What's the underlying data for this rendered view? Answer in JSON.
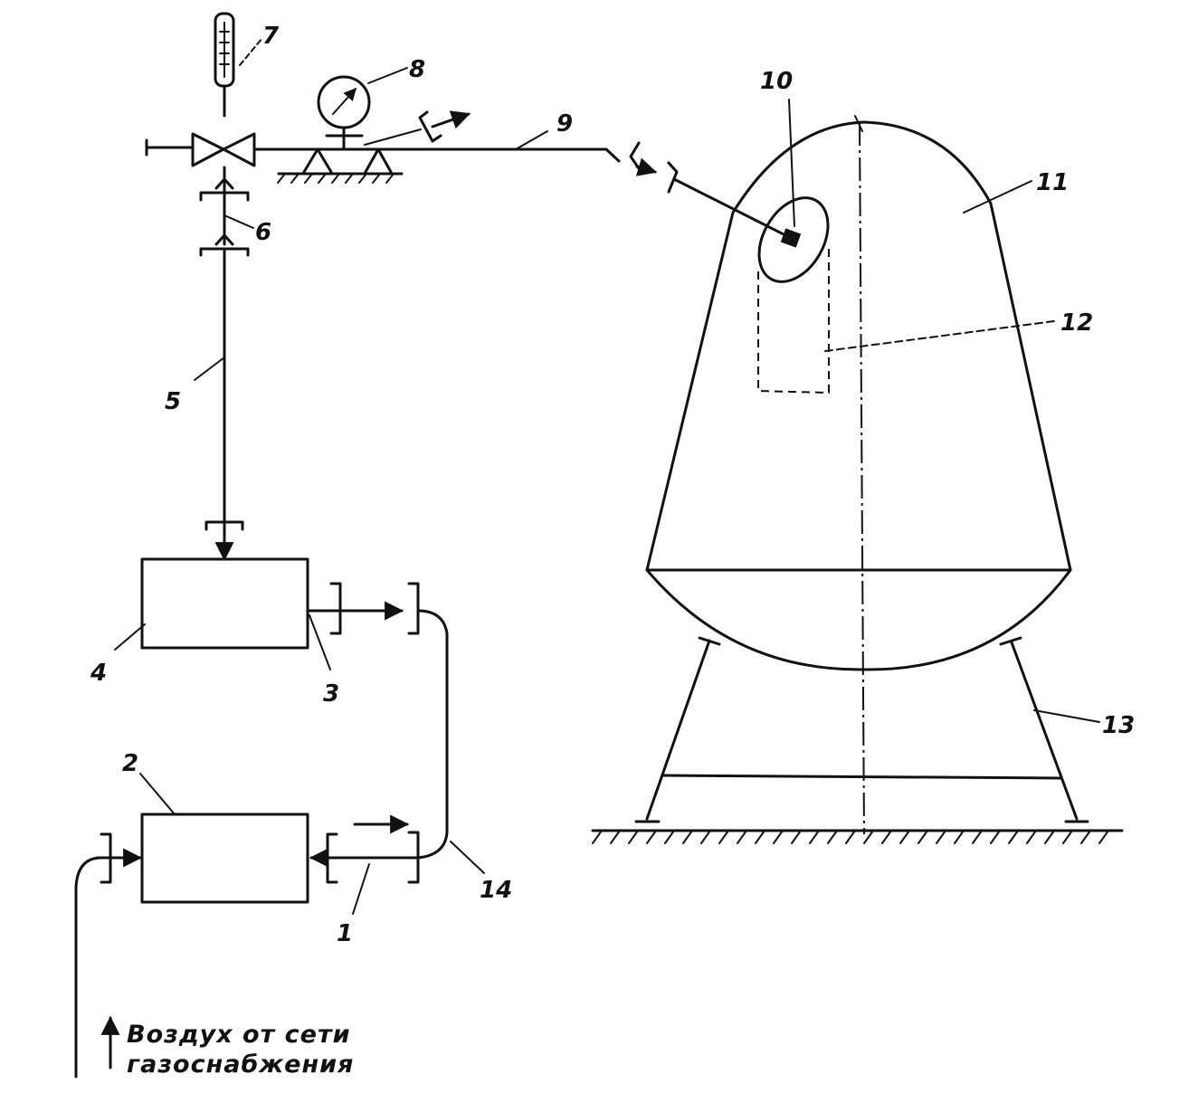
{
  "labels": {
    "n1": "1",
    "n2": "2",
    "n3": "3",
    "n4": "4",
    "n5": "5",
    "n6": "6",
    "n7": "7",
    "n8": "8",
    "n9": "9",
    "n10": "10",
    "n11": "11",
    "n12": "12",
    "n13": "13",
    "n14": "14"
  },
  "caption": {
    "line1": "Воздух от сети",
    "line2": "газоснабжения"
  }
}
